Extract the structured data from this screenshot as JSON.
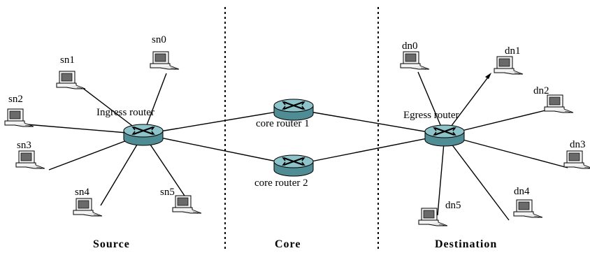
{
  "sections": {
    "source": "Source",
    "core": "Core",
    "destination": "Destination"
  },
  "routers": {
    "ingress": "Ingress router",
    "core1": "core router 1",
    "core2": "core router 2",
    "egress": "Egress router"
  },
  "source_nodes": [
    "sn0",
    "sn1",
    "sn2",
    "sn3",
    "sn4",
    "sn5"
  ],
  "dest_nodes": [
    "dn0",
    "dn1",
    "dn2",
    "dn3",
    "dn4",
    "dn5"
  ],
  "colors": {
    "router_fill": "#7fb8bf",
    "router_dark": "#4f8c93",
    "computer_fill": "#f4f4f4",
    "screen_fill": "#6a6a6a"
  },
  "icons": {
    "router": "router-icon",
    "computer": "computer-icon"
  }
}
